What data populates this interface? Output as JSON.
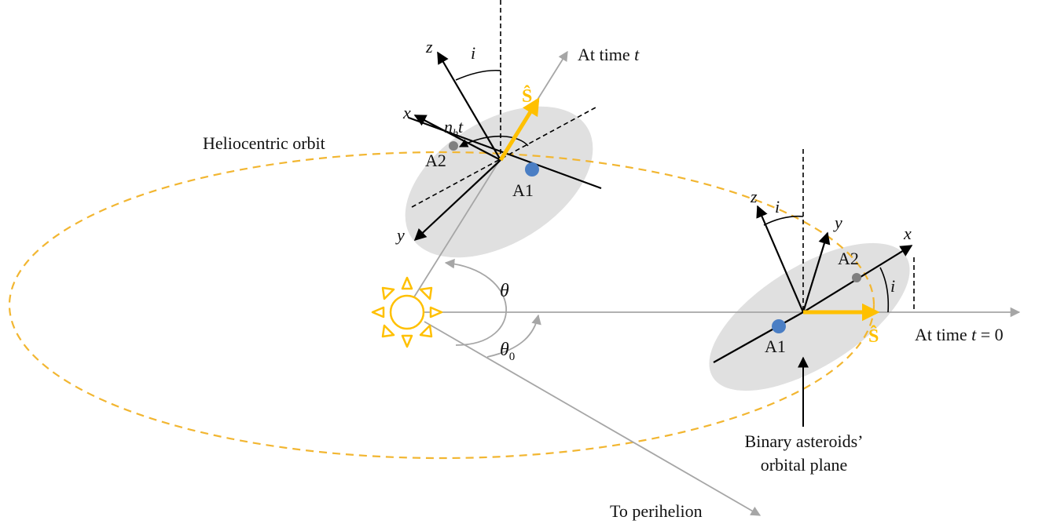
{
  "labels": {
    "heliocentric_orbit": "Heliocentric orbit",
    "at_time_t_prefix": "At time",
    "at_time_t_var": "t",
    "at_time_0_prefix": "At time",
    "at_time_0_var": "t",
    "at_time_0_suffix": " = 0",
    "to_perihelion": "To perihelion",
    "plane_line1": "Binary asteroids’",
    "plane_line2": "orbital plane",
    "theta": "θ",
    "theta0_base": "θ",
    "theta0_sub": "0",
    "a1": "A1",
    "a2": "A2",
    "spin_vector": "Ŝ",
    "axis_x": "x",
    "axis_y": "y",
    "axis_z": "z",
    "inclination": "i",
    "mean_motion_n": "n",
    "mean_motion_sub": "b",
    "mean_motion_t": "t"
  },
  "colors": {
    "orbit": "#F2B631",
    "spin": "#FFC000",
    "sun": "#FFC000",
    "plane": "#E0E0E0",
    "guide": "#A6A6A6",
    "axis": "#000000",
    "a1": "#4A7EC4",
    "a2": "#7F7F7F"
  }
}
